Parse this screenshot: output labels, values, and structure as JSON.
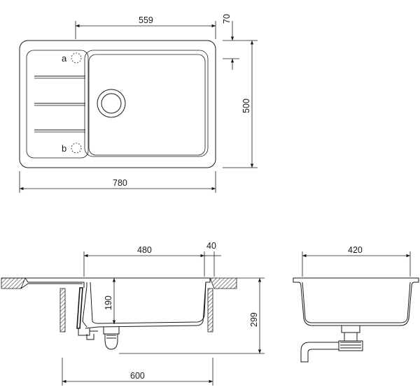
{
  "top_view": {
    "dimensions": {
      "bowl_width": "559",
      "top_offset": "70",
      "depth": "500",
      "total_width": "780"
    },
    "labels": {
      "a": "a",
      "b": "b"
    }
  },
  "side_view": {
    "dimensions": {
      "bowl_width": "480",
      "rim": "40",
      "bowl_depth": "190",
      "total_depth": "299",
      "cabinet_width": "600"
    }
  },
  "end_view": {
    "dimensions": {
      "width": "420"
    }
  }
}
